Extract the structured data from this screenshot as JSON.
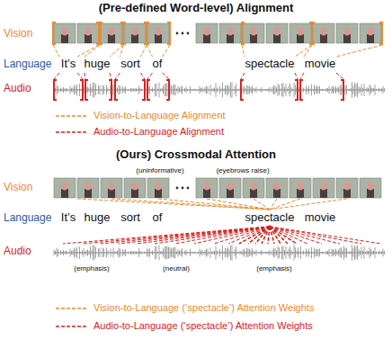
{
  "diagram": {
    "labels": [
      "(Pre-defined Word-level) Alignment",
      "Vision",
      "Language",
      "Audio",
      "It’s",
      "huge",
      "sort",
      "of",
      "spectacle",
      "movie",
      "(Ours) Crossmodal Attention",
      "Vision",
      "Language",
      "Audio",
      "(uninformative)",
      "(eyebrows raise)",
      "It’s",
      "huge",
      "sort",
      "of",
      "spectacle",
      "movie",
      "(emphasis)",
      "(neutral)",
      "(emphasis)"
    ],
    "legend": [
      {
        "text": "Vision-to-Language Alignment"
      },
      {
        "text": "Audio-to-Language Alignment"
      },
      {
        "text": "Vision-to-Language (‘spectacle’) Attention Weights"
      },
      {
        "text": "Audio-to-Language (‘spectacle’) Attention Weights"
      }
    ]
  }
}
